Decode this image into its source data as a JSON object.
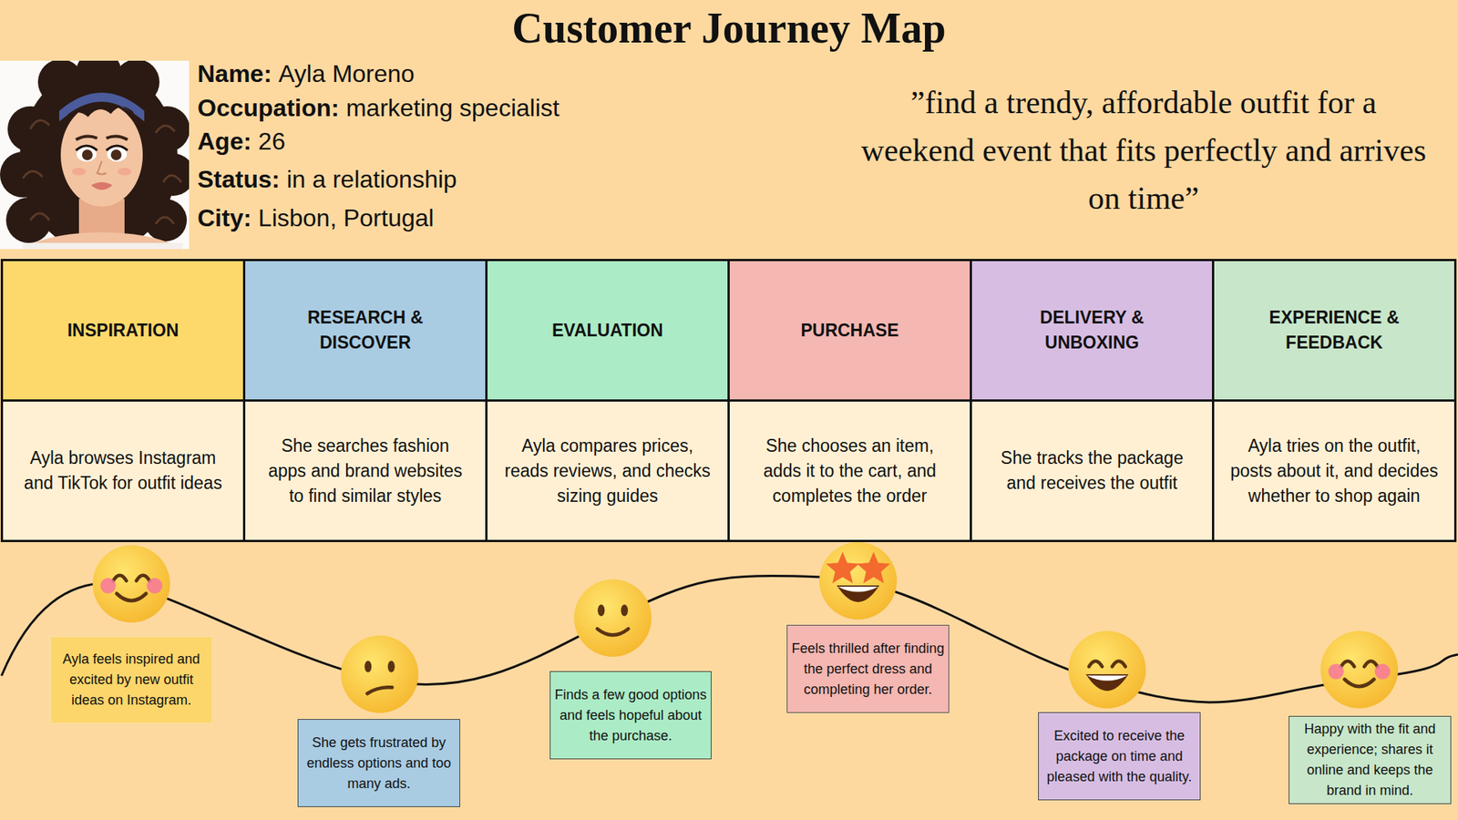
{
  "diagram": {
    "title": "Customer Journey Map",
    "nodes": [
      {
        "text": [
          "INSPIRATION",
          "Ayla browses Instagram and TikTok for outfit ideas"
        ]
      },
      {
        "text": [
          "RESEARCH & DISCOVER",
          "She searches fashion apps and brand websites to find similar styles"
        ]
      },
      {
        "text": [
          "EVALUATION",
          "Ayla compares prices, reads reviews, and checks sizing guides"
        ]
      },
      {
        "text": [
          "PURCHASE",
          "She chooses an item, adds it to the cart, and completes the order"
        ]
      },
      {
        "text": [
          "DELIVERY & UNBOXING",
          "She tracks the package and receives the outfit"
        ]
      },
      {
        "text": [
          "EXPERIENCE & FEEDBACK",
          "Ayla tries on the outfit, posts about it, and decides whether to shop again"
        ]
      },
      {
        "text": [
          "Ayla feels inspired and excited by new outfit ideas on Instagram."
        ]
      },
      {
        "text": [
          "She gets frustrated by endless options and too many ads."
        ]
      },
      {
        "text": [
          "Finds a few good options and feels hopeful about the purchase."
        ]
      },
      {
        "text": [
          "Feels thrilled after finding the perfect dress and completing her order."
        ]
      },
      {
        "text": [
          "Excited to receive the package on time and pleased with the quality."
        ]
      },
      {
        "text": [
          "Happy with the fit and experience; shares it online and keeps the brand in mind."
        ]
      }
    ],
    "labels": [
      "Name:",
      "Ayla Moreno",
      "Occupation:",
      "marketing specialist",
      "Age:",
      "26",
      "Status:",
      "in a relationship",
      "City:",
      "Lisbon, Portugal",
      "”find a trendy, affordable outfit for a weekend event that fits perfectly and arrives on time”"
    ]
  }
}
